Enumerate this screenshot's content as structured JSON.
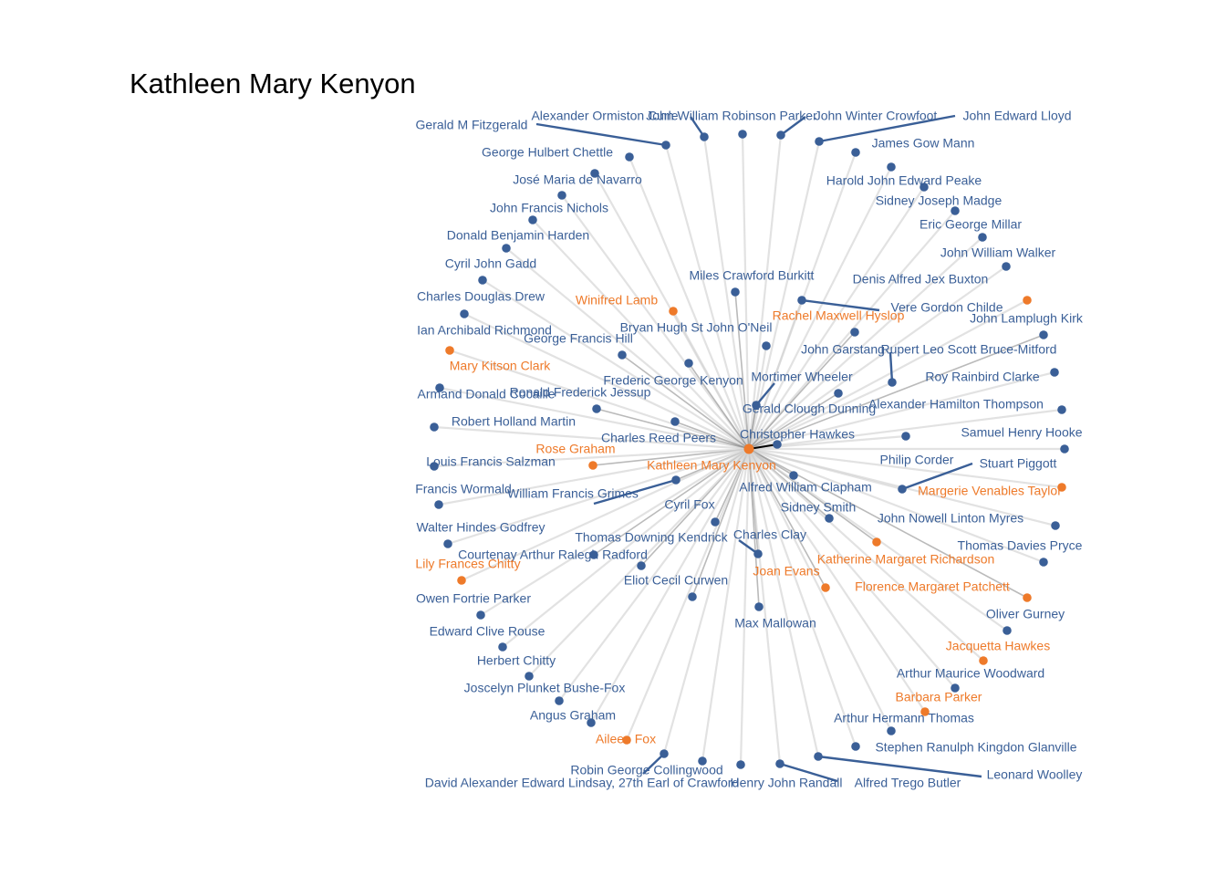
{
  "title": "Kathleen Mary Kenyon",
  "colors": {
    "male": "#3a5f97",
    "female": "#ee7a2a",
    "edge": "#d2d2d2",
    "center_edge": "#000000"
  },
  "center": "Kathleen Mary Kenyon",
  "people": [
    {
      "name": "Gerald M Fitzgerald",
      "gender": "male"
    },
    {
      "name": "Alexander Ormiston Curle",
      "gender": "male"
    },
    {
      "name": "John William Robinson Parker",
      "gender": "male"
    },
    {
      "name": "John Winter Crowfoot",
      "gender": "male"
    },
    {
      "name": "John Edward Lloyd",
      "gender": "male"
    },
    {
      "name": "James Gow Mann",
      "gender": "male"
    },
    {
      "name": "George Hulbert Chettle",
      "gender": "male"
    },
    {
      "name": "José Maria de Navarro",
      "gender": "male"
    },
    {
      "name": "Harold John Edward Peake",
      "gender": "male"
    },
    {
      "name": "Sidney Joseph Madge",
      "gender": "male"
    },
    {
      "name": "John Francis Nichols",
      "gender": "male"
    },
    {
      "name": "Eric George Millar",
      "gender": "male"
    },
    {
      "name": "Donald Benjamin Harden",
      "gender": "male"
    },
    {
      "name": "John William Walker",
      "gender": "male"
    },
    {
      "name": "Cyril John Gadd",
      "gender": "male"
    },
    {
      "name": "Miles Crawford Burkitt",
      "gender": "male"
    },
    {
      "name": "Denis Alfred Jex Buxton",
      "gender": "male"
    },
    {
      "name": "Charles Douglas Drew",
      "gender": "male"
    },
    {
      "name": "Winifred Lamb",
      "gender": "female"
    },
    {
      "name": "Vere Gordon Childe",
      "gender": "male"
    },
    {
      "name": "Rachel Maxwell Hyslop",
      "gender": "female"
    },
    {
      "name": "John Lamplugh Kirk",
      "gender": "male"
    },
    {
      "name": "Ian Archibald Richmond",
      "gender": "male"
    },
    {
      "name": "Bryan Hugh St John O'Neil",
      "gender": "male"
    },
    {
      "name": "George Francis Hill",
      "gender": "male"
    },
    {
      "name": "John Garstang",
      "gender": "male"
    },
    {
      "name": "Rupert Leo Scott Bruce-Mitford",
      "gender": "male"
    },
    {
      "name": "Mary Kitson Clark",
      "gender": "female"
    },
    {
      "name": "Frederic George Kenyon",
      "gender": "male"
    },
    {
      "name": "Mortimer Wheeler",
      "gender": "male"
    },
    {
      "name": "Roy Rainbird Clarke",
      "gender": "male"
    },
    {
      "name": "Armand Donald Cocaille",
      "gender": "male"
    },
    {
      "name": "Ronald Frederick Jessup",
      "gender": "male"
    },
    {
      "name": "Gerald Clough Dunning",
      "gender": "male"
    },
    {
      "name": "Alexander Hamilton Thompson",
      "gender": "male"
    },
    {
      "name": "Robert Holland Martin",
      "gender": "male"
    },
    {
      "name": "Christopher Hawkes",
      "gender": "male"
    },
    {
      "name": "Samuel Henry Hooke",
      "gender": "male"
    },
    {
      "name": "Charles Reed Peers",
      "gender": "male"
    },
    {
      "name": "Rose Graham",
      "gender": "female"
    },
    {
      "name": "Louis Francis Salzman",
      "gender": "male"
    },
    {
      "name": "Philip Corder",
      "gender": "male"
    },
    {
      "name": "Stuart Piggott",
      "gender": "male"
    },
    {
      "name": "Kathleen Mary Kenyon",
      "gender": "female"
    },
    {
      "name": "Alfred William Clapham",
      "gender": "male"
    },
    {
      "name": "Margerie Venables Taylor",
      "gender": "female"
    },
    {
      "name": "Francis Wormald",
      "gender": "male"
    },
    {
      "name": "William Francis Grimes",
      "gender": "male"
    },
    {
      "name": "Sidney Smith",
      "gender": "male"
    },
    {
      "name": "Cyril Fox",
      "gender": "male"
    },
    {
      "name": "John Nowell Linton Myres",
      "gender": "male"
    },
    {
      "name": "Walter Hindes Godfrey",
      "gender": "male"
    },
    {
      "name": "Thomas Downing Kendrick",
      "gender": "male"
    },
    {
      "name": "Charles Clay",
      "gender": "male"
    },
    {
      "name": "Thomas Davies Pryce",
      "gender": "male"
    },
    {
      "name": "Courtenay Arthur Ralegh Radford",
      "gender": "male"
    },
    {
      "name": "Katherine Margaret Richardson",
      "gender": "female"
    },
    {
      "name": "Lily Frances Chitty",
      "gender": "female"
    },
    {
      "name": "Joan Evans",
      "gender": "female"
    },
    {
      "name": "Eliot Cecil Curwen",
      "gender": "male"
    },
    {
      "name": "Florence Margaret Patchett",
      "gender": "female"
    },
    {
      "name": "Owen Fortrie Parker",
      "gender": "male"
    },
    {
      "name": "Max Mallowan",
      "gender": "male"
    },
    {
      "name": "Oliver Gurney",
      "gender": "male"
    },
    {
      "name": "Edward Clive Rouse",
      "gender": "male"
    },
    {
      "name": "Jacquetta Hawkes",
      "gender": "female"
    },
    {
      "name": "Herbert Chitty",
      "gender": "male"
    },
    {
      "name": "Arthur Maurice Woodward",
      "gender": "male"
    },
    {
      "name": "Joscelyn Plunket Bushe-Fox",
      "gender": "male"
    },
    {
      "name": "Barbara Parker",
      "gender": "female"
    },
    {
      "name": "Angus Graham",
      "gender": "male"
    },
    {
      "name": "Arthur Hermann Thomas",
      "gender": "male"
    },
    {
      "name": "Aileen Fox",
      "gender": "female"
    },
    {
      "name": "Stephen Ranulph Kingdon Glanville",
      "gender": "male"
    },
    {
      "name": "Robin George Collingwood",
      "gender": "male"
    },
    {
      "name": "Leonard Woolley",
      "gender": "male"
    },
    {
      "name": "David Alexander Edward Lindsay, 27th Earl of Crawford",
      "gender": "male"
    },
    {
      "name": "Henry John Randall",
      "gender": "male"
    },
    {
      "name": "Alfred Trego Butler",
      "gender": "male"
    }
  ]
}
